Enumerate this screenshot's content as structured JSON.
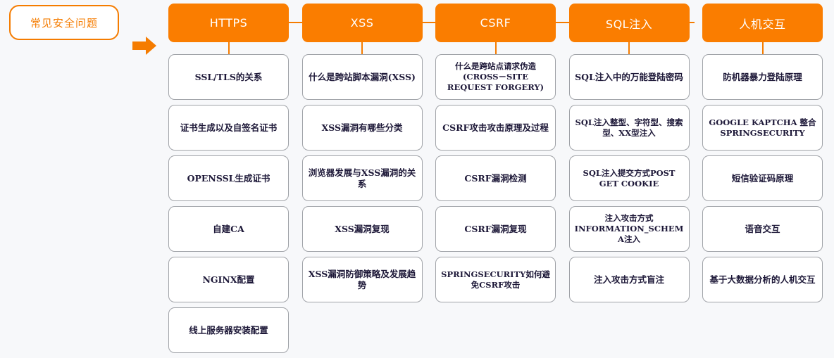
{
  "root": {
    "label": "常见安全问题",
    "border_color": "#f57c00",
    "text_color": "#f57c00"
  },
  "arrow": {
    "name": "arrow-right-icon",
    "color": "#f57c00"
  },
  "theme": {
    "header_bg": "#fa7d00",
    "header_text": "#ffffff",
    "connector": "#f57c00",
    "card_border": "#a0a3a8",
    "card_bg": "#ffffff",
    "card_text": "#1d1838",
    "page_bg": "#f7f8fa"
  },
  "columns": [
    {
      "header": "HTTPS",
      "cards": [
        "SSL/TLS的关系",
        "证书生成以及自签名证书",
        "OPENSSL生成证书",
        "自建CA",
        "NGINX配置",
        "线上服务器安装配置"
      ]
    },
    {
      "header": "XSS",
      "cards": [
        "什么是跨站脚本漏洞(XSS)",
        "XSS漏洞有哪些分类",
        "浏览器发展与XSS漏洞的关系",
        "XSS漏洞复现",
        "XSS漏洞防御策略及发展趋势"
      ]
    },
    {
      "header": "CSRF",
      "cards": [
        "什么是跨站点请求伪造(CROSS－SITE REQUEST FORGERY)",
        "CSRF攻击攻击原理及过程",
        "CSRF漏洞检测",
        "CSRF漏洞复现",
        "SPRINGSECURITY如何避免CSRF攻击"
      ]
    },
    {
      "header": "SQL注入",
      "cards": [
        "SQL注入中的万能登陆密码",
        "SQL注入整型、字符型、搜索型、XX型注入",
        "SQL注入提交方式POST GET COOKIE",
        "注入攻击方式 INFORMATION_SCHEMA注入",
        "注入攻击方式盲注"
      ]
    },
    {
      "header": "人机交互",
      "cards": [
        "防机器暴力登陆原理",
        "GOOGLE KAPTCHA 整合 SPRINGSECURITY",
        "短信验证码原理",
        "语音交互",
        "基于大数据分析的人机交互"
      ]
    }
  ]
}
